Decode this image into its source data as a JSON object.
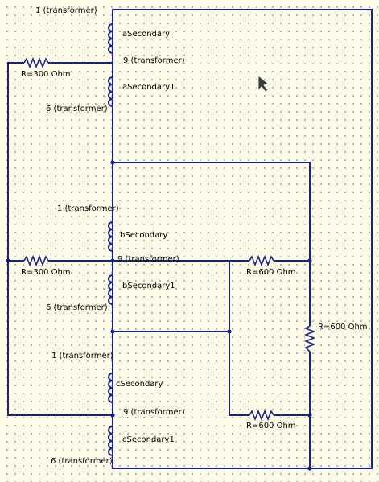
{
  "diagram": {
    "transformer_a": {
      "top_terminal": "1 (transformer)",
      "winding_1": "aSecondary",
      "center_tap": "9 (transformer)",
      "winding_2": "aSecondary1",
      "bottom_terminal": "6 (transformer)"
    },
    "transformer_b": {
      "top_terminal": "1 (transformer)",
      "winding_1": "bSecondary",
      "center_tap": "9 (transformer)",
      "winding_2": "bSecondary1",
      "bottom_terminal": "6 (transformer)"
    },
    "transformer_c": {
      "top_terminal": "1 (transformer)",
      "winding_1": "cSecondary",
      "center_tap": "9 (transformer)",
      "winding_2": "cSecondary1",
      "bottom_terminal": "6 (transformer)"
    },
    "resistors": {
      "r_a": "R=300 Ohm",
      "r_b": "R=300 Ohm",
      "r_top_right": "R=600 Ohm",
      "r_right_vertical": "R=600 Ohm",
      "r_bottom_right": "R=600 Ohm"
    },
    "colors": {
      "wire": "#1a237e",
      "background": "#fdfbe8",
      "grid_dot": "#a8a8a8"
    }
  }
}
